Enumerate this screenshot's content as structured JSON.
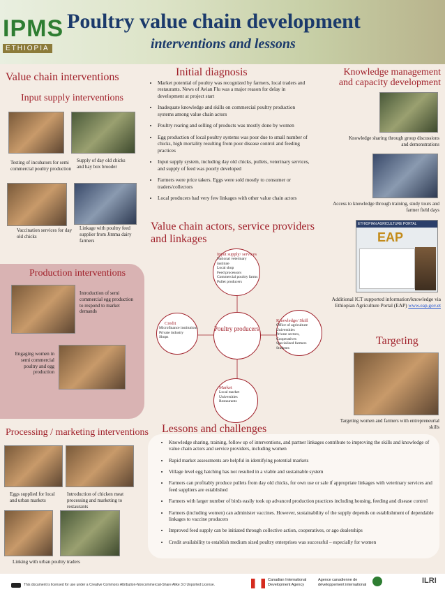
{
  "header": {
    "logo_text": "IPMS",
    "logo_sub": "ETHIOPIA",
    "title": "Poultry value chain development",
    "subtitle": "interventions and lessons"
  },
  "left": {
    "heading": "Value chain interventions",
    "input_heading": "Input supply interventions",
    "captions": {
      "incubators": "Testing of incubators for semi commercial poultry production",
      "chicks": "Supply of  day old chicks and hay box brooder",
      "vaccination": "Vaccination services for day old chicks",
      "feed": "Linkage with poultry feed supplier  from Jimma dairy farmers"
    },
    "production_heading": "Production interventions",
    "production": {
      "egg": "Introduction of  semi commercial egg production to respond to market demands",
      "women": "Engaging women in semi commercial poultry and egg production"
    },
    "processing_heading": "Processing / marketing interventions",
    "processing": {
      "eggs": "Eggs supplied for local and urban markets",
      "meat": "Introduction of chicken meat processing and marketing to restaurants",
      "traders": "Linking with urban poultry  traders"
    }
  },
  "diagnosis": {
    "heading": "Initial diagnosis",
    "items": [
      "Market potential of poultry was recognized by farmers, local traders and restaurants. News of Avian Flu was a major reason for delay in development at project start",
      "Inadequate knowledge and skills on commercial poultry production systems among value chain actors",
      "Poultry rearing and selling of products was mostly done by women",
      "Egg production of local poultry systems was poor due to small number of chicks, high mortality resulting from poor disease control and feeding practices",
      "Input supply system, including day old chicks, pullets, veterinary services, and supply of feed was poorly developed",
      "Farmers were price takers. Eggs were sold mostly to consumer or traders/collectors",
      "Local producers had very few linkages with other value chain actors"
    ]
  },
  "actors": {
    "heading": "Value chain actors, service providers and linkages",
    "center": "Poultry producers",
    "input": {
      "title": "Input supply/ services",
      "items": [
        "National veterinary institute",
        "Local shop",
        "Feed processors",
        "Commercial poultry farms",
        "Pullet producers"
      ]
    },
    "credit": {
      "title": "Credit",
      "items": [
        "Microfinance institutions",
        "Private industry",
        "Shops"
      ]
    },
    "knowledge": {
      "title": "Knowledge/ Skill",
      "items": [
        "Office of agriculture",
        "Universities",
        "Private sectors,",
        "Cooperatives",
        "Specialized farmers",
        "Students"
      ]
    },
    "market": {
      "title": "Market",
      "items": [
        "Local market",
        "Universities",
        "Restaurants"
      ]
    }
  },
  "right": {
    "heading": "Knowledge management and capacity development",
    "cap1": "Knowledge sharing through group discussions and demonstrations",
    "cap2": "Access to knowledge  through training, study tours  and farmer field days",
    "portal_bar": "ETHIOPIAN AGRICULTURE PORTAL",
    "portal_logo": "EAP",
    "cap3": "Additional ICT supported information/knowledge via Ethiopian Agriculture Portal (EAP)",
    "cap3_link": "www.eap.gov.et",
    "targeting_heading": "Targeting",
    "cap4": "Targeting women and farmers with entrepreneurial skills"
  },
  "lessons": {
    "heading": "Lessons and challenges",
    "items": [
      "Knowledge sharing, training, follow up of interventions, and partner linkages contribute to improving the skills and knowledge of value chain actors and service providers, including women",
      "Rapid market assessments are helpful in identifying potential markets",
      "Village level egg hatching has not resulted in a viable and sustainable system",
      "Farmers can profitably produce pullets from day old chicks, for own use or sale if appropriate linkages with veterinary services and feed suppliers are established",
      "Farmers with larger number of birds easily took up advanced production practices including housing, feeding and disease control",
      "Farmers (including women) can administer vaccines. However, sustainability of the supply depends on establishment of dependable linkages to vaccine producers",
      "Improved feed supply can be initiated through collective action, cooperatives, or ago dealerships",
      "Credit availability to establish medium sized poultry enterprises was successful – especially for women"
    ]
  },
  "footer": {
    "license": "This document is licensed for use under a Creative Commons Attribution-Noncommercial-Share Alike 3.0 Unported License.",
    "cida_en": "Canadian International Development Agency",
    "cida_fr": "Agence canadienne de développement international",
    "ilri": "ILRI"
  }
}
